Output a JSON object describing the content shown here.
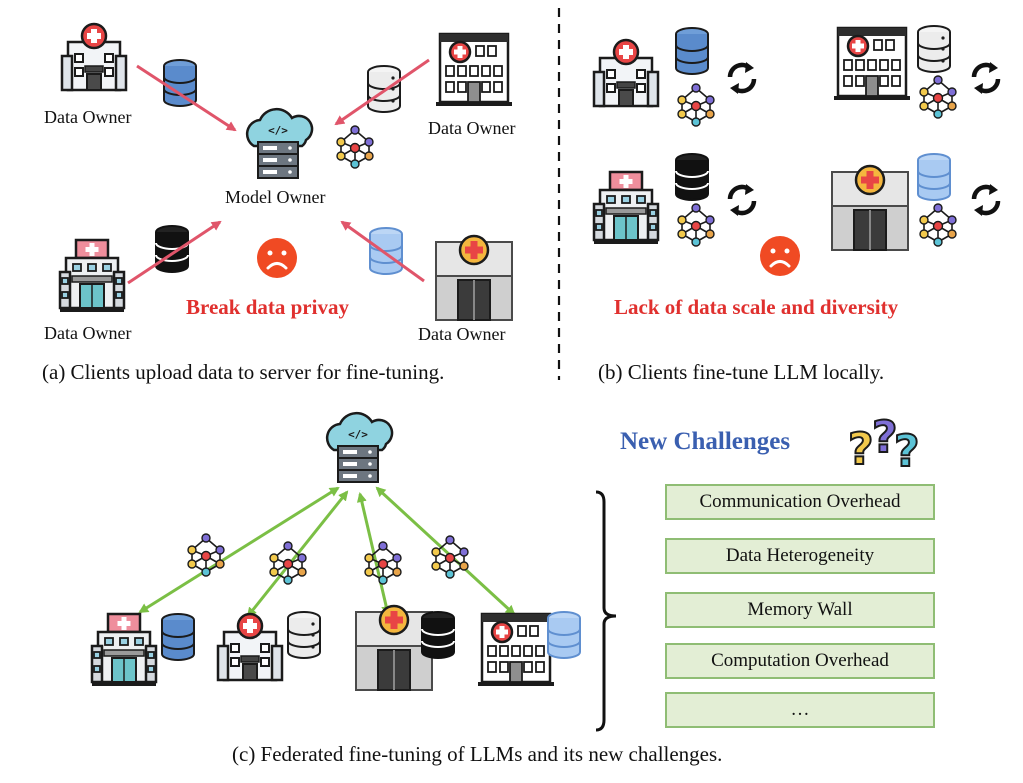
{
  "panel_a": {
    "data_owner_labels": [
      "Data Owner",
      "Data Owner",
      "Data Owner",
      "Data Owner"
    ],
    "model_owner_label": "Model Owner",
    "warning": "Break data privay",
    "caption": "(a)  Clients upload data to server for fine-tuning."
  },
  "panel_b": {
    "warning": "Lack of  data scale and diversity",
    "caption": "(b) Clients fine-tune LLM locally."
  },
  "panel_c": {
    "challenges_title": "New Challenges",
    "challenges": [
      "Communication Overhead",
      "Data Heterogeneity",
      "Memory Wall",
      "Computation Overhead",
      "…"
    ],
    "caption": "(c) Federated fine-tuning of LLMs and its new challenges."
  },
  "colors": {
    "upload_arrow": "#e0556a",
    "federated_arrow": "#7bbf45",
    "warning_text": "#e0302e",
    "challenges_title": "#3a5fb0",
    "challenge_box_fill": "#e3eed5",
    "challenge_box_border": "#8fbd74"
  },
  "icons": [
    "hospital-icon",
    "database-icon",
    "cloud-server-icon",
    "neural-network-icon",
    "sad-face-icon",
    "sync-icon",
    "question-marks-icon"
  ]
}
